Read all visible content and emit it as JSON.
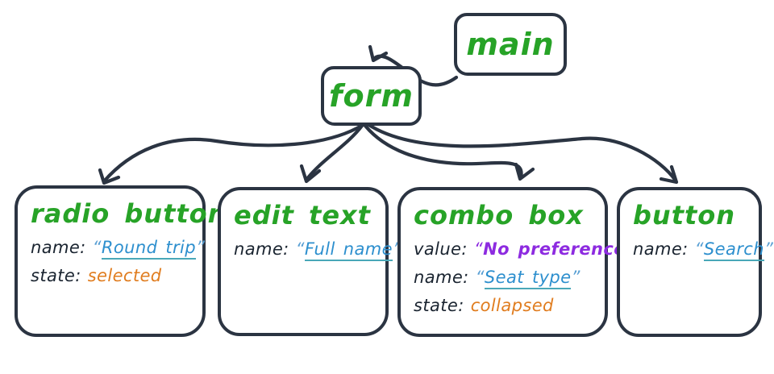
{
  "diagram": {
    "kind": "accessibility-tree",
    "nodes": {
      "main": {
        "title": "main"
      },
      "form": {
        "title": "form"
      },
      "radio_button": {
        "title": "radio button",
        "fields": [
          {
            "label": "name:",
            "value": "Round trip",
            "type": "name"
          },
          {
            "label": "state:",
            "value": "selected",
            "type": "state"
          }
        ]
      },
      "edit_text": {
        "title": "edit text",
        "fields": [
          {
            "label": "name:",
            "value": "Full name",
            "type": "name"
          }
        ]
      },
      "combo_box": {
        "title": "combo box",
        "fields": [
          {
            "label": "value:",
            "value": "No preference",
            "type": "value"
          },
          {
            "label": "name:",
            "value": "Seat type",
            "type": "name"
          },
          {
            "label": "state:",
            "value": "collapsed",
            "type": "state"
          }
        ]
      },
      "button": {
        "title": "button",
        "fields": [
          {
            "label": "name:",
            "value": "Search",
            "type": "name"
          }
        ]
      }
    },
    "edges": [
      {
        "from": "main",
        "to": "form"
      },
      {
        "from": "form",
        "to": "radio button"
      },
      {
        "from": "form",
        "to": "edit text"
      },
      {
        "from": "form",
        "to": "combo box"
      },
      {
        "from": "form",
        "to": "button"
      }
    ],
    "punctuation": {
      "open_quote": "“",
      "close_quote": "”"
    },
    "colors": {
      "node_stroke": "#2b3442",
      "role_green": "#27a327",
      "name_blue": "#2d8fce",
      "underline_teal": "#49a8b8",
      "value_purple": "#8d2be0",
      "state_orange": "#e07c1e",
      "label_dark": "#1a2430"
    }
  }
}
